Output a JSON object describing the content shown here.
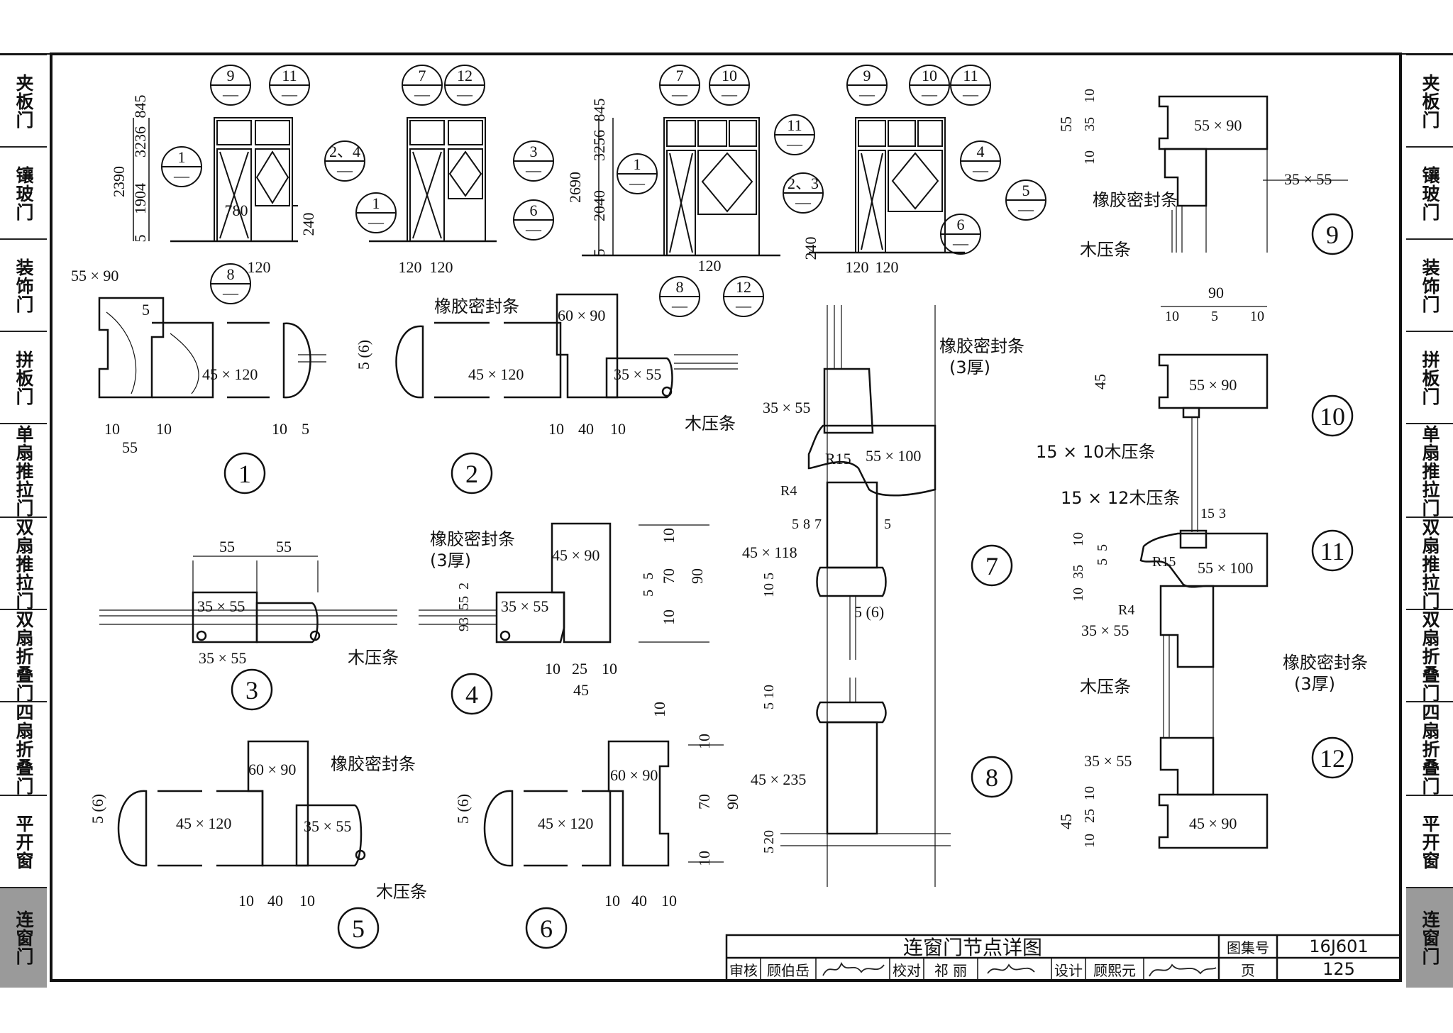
{
  "tabs": {
    "left": [
      {
        "label": "夹板门",
        "active": false
      },
      {
        "label": "镶玻门",
        "active": false
      },
      {
        "label": "装饰门",
        "active": false
      },
      {
        "label": "拼板门",
        "active": false
      },
      {
        "label": "单扇推拉门",
        "active": false
      },
      {
        "label": "双扇推拉门",
        "active": false
      },
      {
        "label": "双扇折叠门",
        "active": false
      },
      {
        "label": "四扇折叠门",
        "active": false
      },
      {
        "label": "平开窗",
        "active": false
      },
      {
        "label": "连窗门",
        "active": true
      }
    ],
    "right": [
      {
        "label": "夹板门",
        "active": false
      },
      {
        "label": "镶玻门",
        "active": false
      },
      {
        "label": "装饰门",
        "active": false
      },
      {
        "label": "拼板门",
        "active": false
      },
      {
        "label": "单扇推拉门",
        "active": false
      },
      {
        "label": "双扇推拉门",
        "active": false
      },
      {
        "label": "双扇折叠门",
        "active": false
      },
      {
        "label": "四扇折叠门",
        "active": false
      },
      {
        "label": "平开窗",
        "active": false
      },
      {
        "label": "连窗门",
        "active": true
      }
    ]
  },
  "title_block": {
    "title": "连窗门节点详图",
    "atlas_label": "图集号",
    "atlas_no": "16J601",
    "page_label": "页",
    "page_no": "125",
    "review_label": "审核",
    "reviewer": "顾伯岳",
    "check_label": "校对",
    "checker": "祁 丽",
    "design_label": "设计",
    "designer": "顾熙元"
  },
  "elevations": {
    "e1": {
      "dims": [
        "2390",
        "1904",
        "3236",
        "845",
        "5",
        "780",
        "240",
        "120"
      ],
      "callouts": [
        "9",
        "11",
        "1",
        "2、4",
        "8"
      ]
    },
    "e2": {
      "dims": [
        "120",
        "120"
      ],
      "callouts": [
        "7",
        "12",
        "1",
        "3",
        "6"
      ]
    },
    "e3": {
      "dims": [
        "2690",
        "2040",
        "3256",
        "845",
        "5",
        "120"
      ],
      "callouts": [
        "7",
        "10",
        "11",
        "1",
        "2、3",
        "8",
        "12"
      ]
    },
    "e4": {
      "dims": [
        "240",
        "120",
        "120"
      ],
      "callouts": [
        "9",
        "10",
        "11",
        "4",
        "5",
        "6"
      ]
    },
    "dash": "—"
  },
  "details": {
    "d1": {
      "no": "1",
      "labels": [
        "55 × 90",
        "45 × 120",
        "5"
      ],
      "dims": [
        "10",
        "55",
        "10",
        "10",
        "5"
      ]
    },
    "d2": {
      "no": "2",
      "labels": [
        "橡胶密封条",
        "60 × 90",
        "45 × 120",
        "35 × 55",
        "木压条",
        "5 (6)"
      ],
      "dims": [
        "10",
        "40",
        "10"
      ]
    },
    "d3": {
      "no": "3",
      "labels": [
        "35 × 55",
        "35 × 55",
        "木压条"
      ],
      "dims": [
        "55",
        "55"
      ]
    },
    "d4": {
      "no": "4",
      "labels": [
        "橡胶密封条",
        "(3厚)",
        "45 × 90",
        "35 × 55"
      ],
      "dims": [
        "10",
        "25",
        "10",
        "45",
        "10",
        "70",
        "10",
        "90",
        "93",
        "55",
        "2",
        "5",
        "5"
      ]
    },
    "d5": {
      "no": "5",
      "labels": [
        "60 × 90",
        "橡胶密封条",
        "45 × 120",
        "35 × 55",
        "木压条",
        "5 (6)"
      ],
      "dims": [
        "10",
        "40",
        "10"
      ]
    },
    "d6": {
      "no": "6",
      "labels": [
        "60 × 90",
        "45 × 120",
        "5 (6)"
      ],
      "dims": [
        "10",
        "40",
        "10",
        "10",
        "10",
        "70",
        "10",
        "90"
      ]
    },
    "d7": {
      "no": "7",
      "labels": [
        "橡胶密封条",
        "(3厚)",
        "35 × 55",
        "R15",
        "55 × 100",
        "R4",
        "45 × 118",
        "5 (6)"
      ],
      "dims": [
        "5",
        "8",
        "7",
        "5",
        "5",
        "10"
      ]
    },
    "d8": {
      "no": "8",
      "labels": [
        "45 × 235"
      ],
      "dims": [
        "10",
        "5",
        "20",
        "5"
      ]
    },
    "d9": {
      "no": "9",
      "labels": [
        "55 × 90",
        "橡胶密封条",
        "35 × 55",
        "木压条"
      ],
      "dims": [
        "55",
        "10",
        "35",
        "10"
      ]
    },
    "d10": {
      "no": "10",
      "labels": [
        "55 × 90",
        "15 × 10木压条"
      ],
      "dims": [
        "90",
        "10",
        "5",
        "10",
        "45"
      ]
    },
    "d11": {
      "no": "11",
      "labels": [
        "15 × 12木压条",
        "R15",
        "55 × 100",
        "R4",
        "35 × 55",
        "橡胶密封条",
        "(3厚)"
      ],
      "dims": [
        "15",
        "3",
        "10",
        "35",
        "10",
        "5",
        "5"
      ]
    },
    "d12": {
      "no": "12",
      "labels": [
        "木压条",
        "35 × 55",
        "45 × 90"
      ],
      "dims": [
        "45",
        "10",
        "25",
        "10"
      ]
    }
  }
}
